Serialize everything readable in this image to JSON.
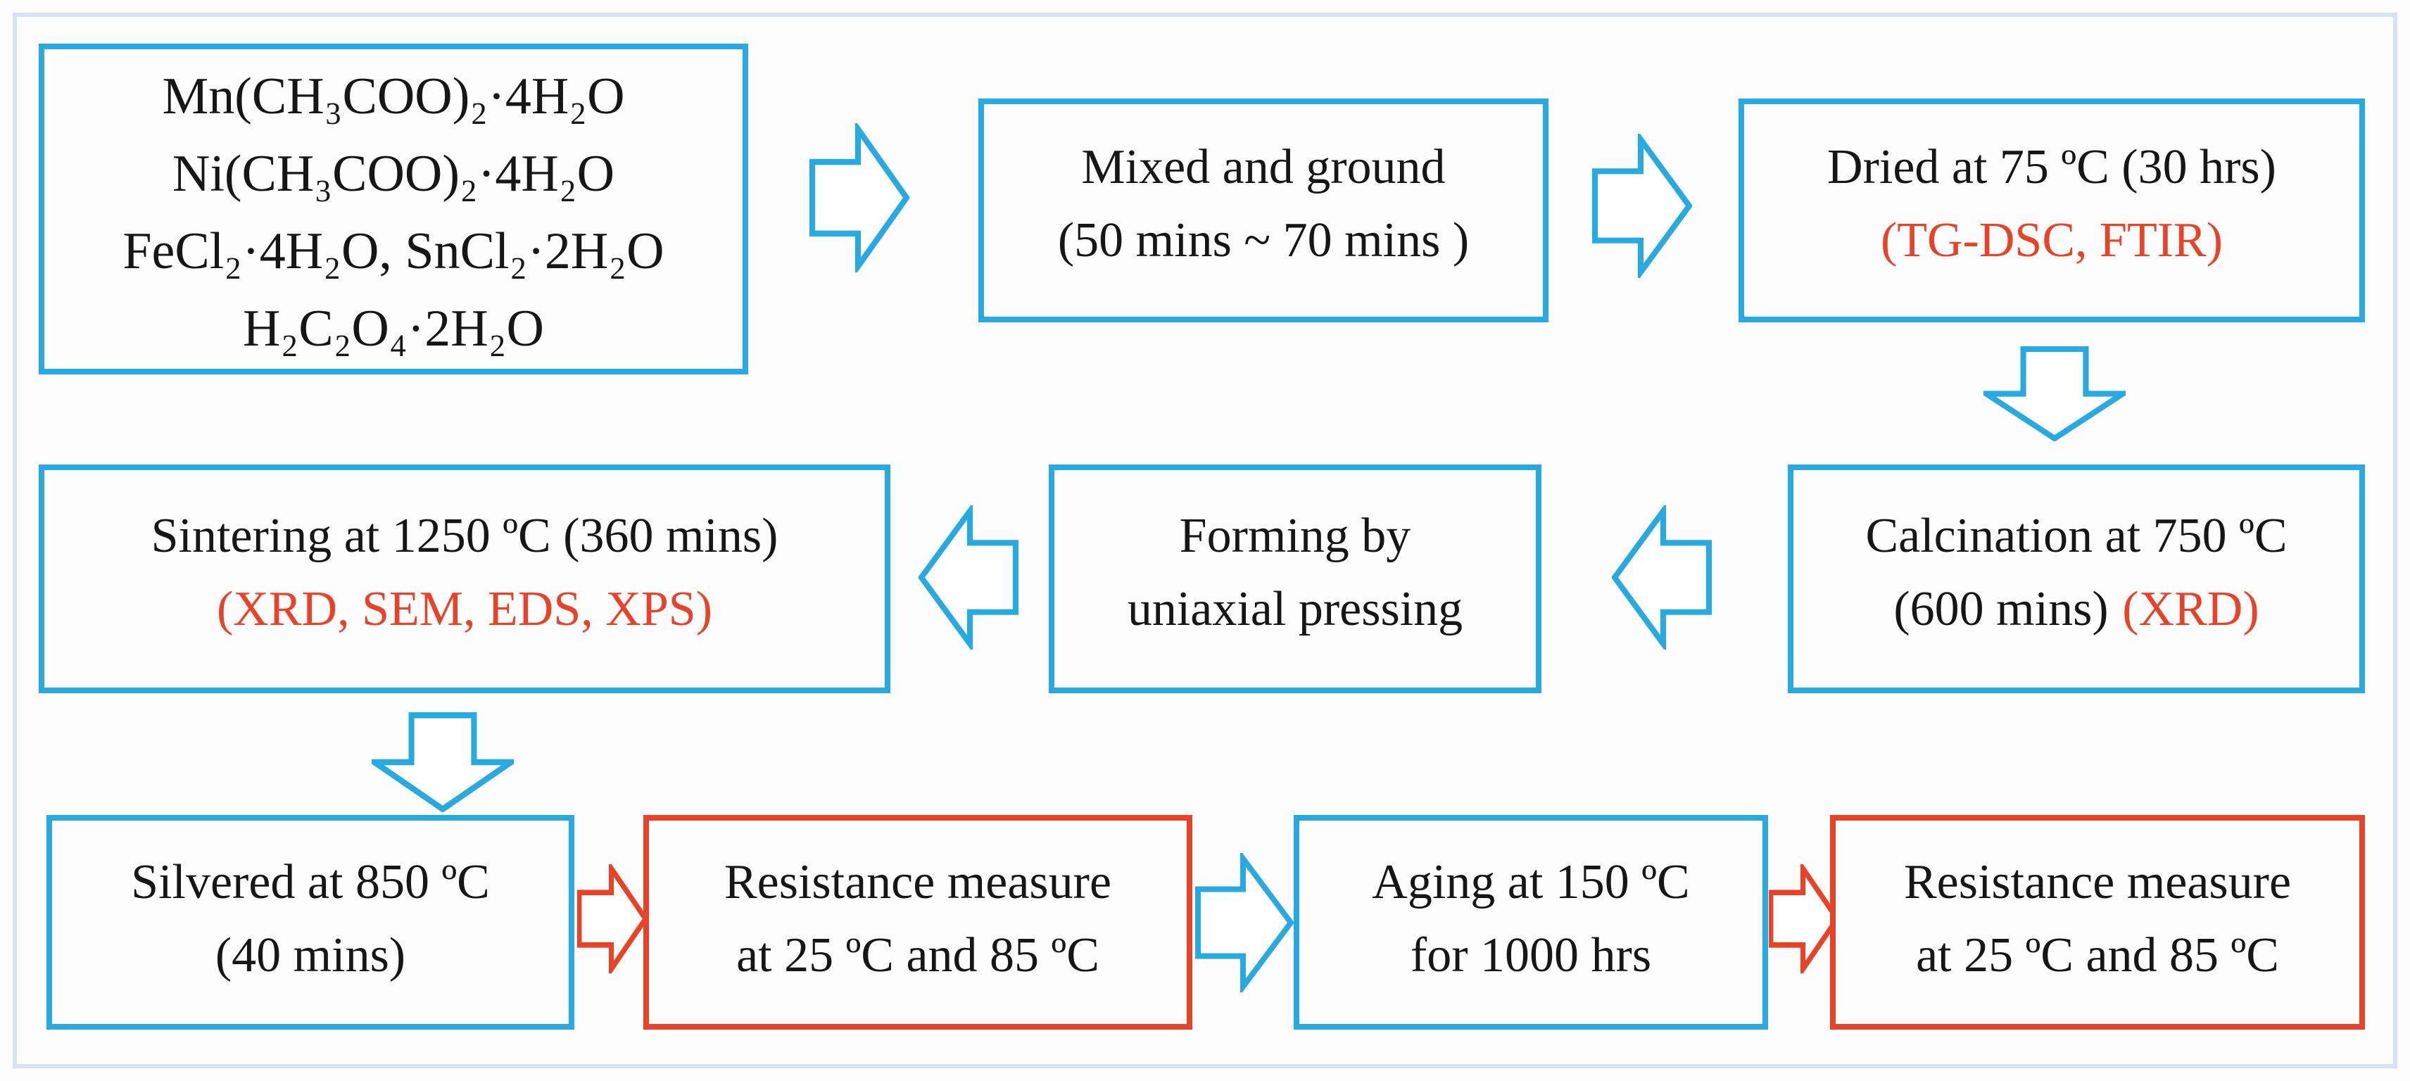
{
  "palette": {
    "box_blue": "#27a9e1",
    "box_red": "#e94227",
    "frame_border": "#d9e2f3",
    "background": "#fdfdfd",
    "text": "#161616"
  },
  "icons": {
    "arrow_right": "block-arrow-right-outline",
    "arrow_left": "block-arrow-left-outline",
    "arrow_down": "block-arrow-down-outline"
  },
  "boxes": {
    "precursors": {
      "lines": [
        "Mn(CH₃COO)₂·4H₂O",
        "Ni(CH₃COO)₂·4H₂O",
        "FeCl₂·4H₂O, SnCl₂·2H₂O",
        "H₂C₂O₄·2H₂O"
      ]
    },
    "mixed": {
      "line1": "Mixed and ground",
      "line2": "(50 mins ~ 70 mins )"
    },
    "dried": {
      "line1": "Dried at 75 ºC (30 hrs)",
      "analysis": "(TG-DSC, FTIR)"
    },
    "calcination": {
      "line1": "Calcination at 750 ºC",
      "line2": "(600 mins)",
      "analysis": "(XRD)"
    },
    "forming": {
      "line1": "Forming by",
      "line2": "uniaxial pressing"
    },
    "sintering": {
      "line1": "Sintering at 1250 ºC (360 mins)",
      "analysis": "(XRD, SEM, EDS, XPS)"
    },
    "silvered": {
      "line1": "Silvered at 850 ºC",
      "line2": "(40 mins)"
    },
    "resistance_initial": {
      "line1": "Resistance measure",
      "line2": "at 25 ºC and 85 ºC"
    },
    "aging": {
      "line1": "Aging at 150 ºC",
      "line2": "for 1000 hrs"
    },
    "resistance_after_aging": {
      "line1": "Resistance measure",
      "line2": "at 25 ºC and 85 ºC"
    }
  }
}
